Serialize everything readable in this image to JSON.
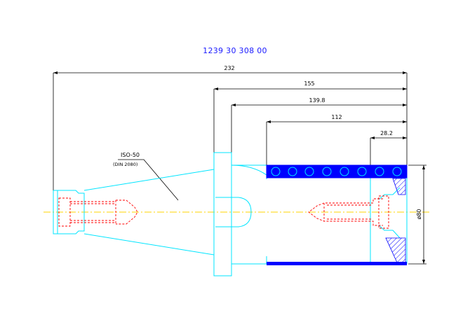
{
  "title": "1239 30 308 00",
  "dimensions": {
    "overall_length": "232",
    "length_155": "155",
    "length_139": "139.8",
    "length_112": "112",
    "length_28": "28.2",
    "diameter": "ø80"
  },
  "labels": {
    "taper_standard": "ISO-50",
    "taper_norm": "(DIN 2080)"
  },
  "colors": {
    "outline": "#00e5ff",
    "hidden": "#ff0000",
    "centerline": "#ffd400",
    "rollers": "#0000ff",
    "dimension": "#000000",
    "title": "#1a1aff"
  }
}
